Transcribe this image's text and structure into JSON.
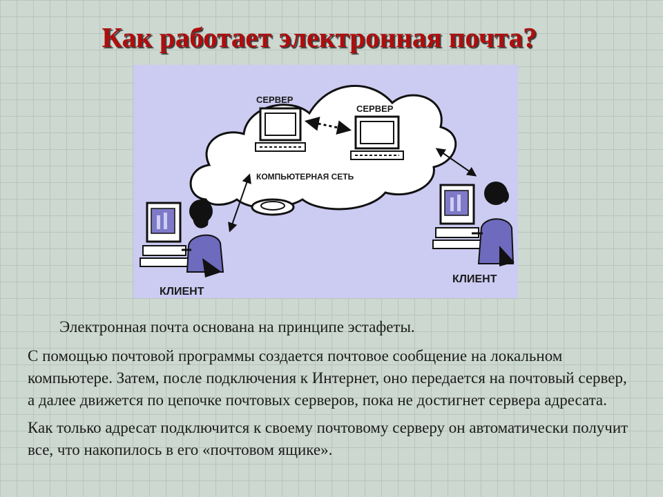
{
  "slide": {
    "title": "Как работает электронная почта?"
  },
  "diagram": {
    "server_left_label": "СЕРВЕР",
    "server_right_label": "СЕРВЕР",
    "network_label": "КОМПЬЮТЕРНАЯ СЕТЬ",
    "client_left_label": "КЛИЕНТ",
    "client_right_label": "КЛИЕНТ"
  },
  "body": {
    "paragraph_1": "Электронная почта основана на принципе эстафеты.",
    "paragraph_2": "С помощью почтовой программы создается почтовое сообщение на локальном компьютере. Затем, после подключения к Интернет, оно передается на почтовый сервер, а далее движется по цепочке почтовых серверов, пока не достигнет сервера адресата.",
    "paragraph_3": "Как только адресат подключится к своему почтовому серверу он автоматически получит все, что накопилось в его «почтовом ящике»."
  }
}
